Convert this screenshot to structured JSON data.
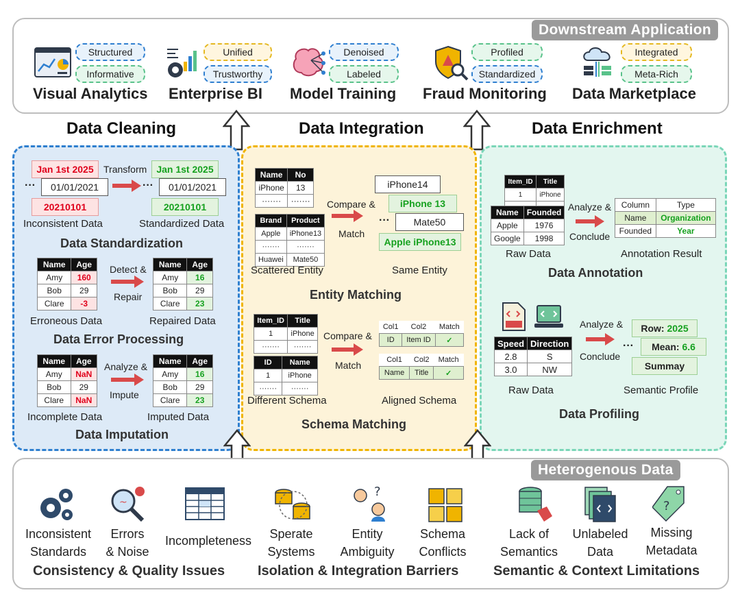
{
  "downstream": {
    "tag": "Downstream Application",
    "apps": [
      {
        "name": "Visual Analytics",
        "p1": "Structured",
        "p2": "Informative",
        "icon": "dashboard-icon"
      },
      {
        "name": "Enterprise BI",
        "p1": "Unified",
        "p2": "Trustworthy",
        "icon": "gear-chart-icon"
      },
      {
        "name": "Model Training",
        "p1": "Denoised",
        "p2": "Labeled",
        "icon": "brain-network-icon"
      },
      {
        "name": "Fraud Monitoring",
        "p1": "Profiled",
        "p2": "Standardized",
        "icon": "shield-search-icon"
      },
      {
        "name": "Data Marketplace",
        "p1": "Integrated",
        "p2": "Meta-Rich",
        "icon": "cloud-data-icon"
      }
    ]
  },
  "sections": {
    "cleaning": "Data Cleaning",
    "integration": "Data Integration",
    "enrichment": "Data Enrichment"
  },
  "cleaning": {
    "std": {
      "red1": "Jan 1st 2025",
      "transform": "Transform",
      "green1": "Jan 1st 2025",
      "mid_left": "01/01/2021",
      "mid_right": "01/01/2021",
      "red2": "20210101",
      "green2": "20210101",
      "cap_left": "Inconsistent Data",
      "cap_right": "Standardized Data",
      "title": "Data Standardization",
      "dots": "···"
    },
    "err": {
      "head": [
        "Name",
        "Age"
      ],
      "left": [
        [
          "Amy",
          "160"
        ],
        [
          "Bob",
          "29"
        ],
        [
          "Clare",
          "-3"
        ]
      ],
      "right": [
        [
          "Amy",
          "16"
        ],
        [
          "Bob",
          "29"
        ],
        [
          "Clare",
          "23"
        ]
      ],
      "op1": "Detect &",
      "op2": "Repair",
      "cap_left": "Erroneous Data",
      "cap_right": "Repaired Data",
      "title": "Data Error Processing"
    },
    "imp": {
      "head": [
        "Name",
        "Age"
      ],
      "left": [
        [
          "Amy",
          "NaN"
        ],
        [
          "Bob",
          "29"
        ],
        [
          "Clare",
          "NaN"
        ]
      ],
      "right": [
        [
          "Amy",
          "16"
        ],
        [
          "Bob",
          "29"
        ],
        [
          "Clare",
          "23"
        ]
      ],
      "op1": "Analyze &",
      "op2": "Impute",
      "cap_left": "Incomplete Data",
      "cap_right": "Imputed Data",
      "title": "Data Imputation"
    }
  },
  "integration": {
    "em": {
      "t1_head": [
        "Name",
        "No"
      ],
      "t1_rows": [
        [
          "iPhone",
          "13"
        ],
        [
          "·······",
          "·······"
        ]
      ],
      "t2_head": [
        "Brand",
        "Product"
      ],
      "t2_rows": [
        [
          "Apple",
          "iPhone13"
        ],
        [
          "·······",
          "·······"
        ],
        [
          "Huawei",
          "Mate50"
        ]
      ],
      "op1": "Compare &",
      "op2": "Match",
      "out1": "iPhone14",
      "out2": "iPhone 13",
      "out3": "Mate50",
      "out4": "Apple iPhone13",
      "dots": "···",
      "cap_left": "Scattered Entity",
      "cap_right": "Same Entity",
      "title": "Entity Matching"
    },
    "sm": {
      "t1_head": [
        "Item_ID",
        "Title"
      ],
      "t1_rows": [
        [
          "1",
          "iPhone"
        ],
        [
          "·······",
          "·······"
        ]
      ],
      "t2_head": [
        "ID",
        "Name"
      ],
      "t2_rows": [
        [
          "1",
          "iPhone"
        ],
        [
          "·······",
          "·······"
        ]
      ],
      "op1": "Compare &",
      "op2": "Match",
      "r_head": [
        "Col1",
        "Col2",
        "Match"
      ],
      "r1": [
        "ID",
        "Item ID",
        "✓"
      ],
      "r2": [
        "Name",
        "Title",
        "✓"
      ],
      "cap_left": "Different Schema",
      "cap_right": "Aligned Schema",
      "title": "Schema Matching"
    }
  },
  "enrichment": {
    "ann": {
      "t1_head": [
        "Item_ID",
        "Title"
      ],
      "t1_rows": [
        [
          "1",
          "iPhone"
        ],
        [
          "·······",
          "·······"
        ]
      ],
      "t2_head": [
        "Name",
        "Founded"
      ],
      "t2_rows": [
        [
          "Apple",
          "1976"
        ],
        [
          "Google",
          "1998"
        ]
      ],
      "op1": "Analyze &",
      "op2": "Conclude",
      "r_head": [
        "Column",
        "Type"
      ],
      "r_rows": [
        [
          "Name",
          "Organization"
        ],
        [
          "Founded",
          "Year"
        ]
      ],
      "cap_left": "Raw Data",
      "cap_right": "Annotation Result",
      "title": "Data Annotation"
    },
    "prof": {
      "t_head": [
        "Speed",
        "Direction"
      ],
      "t_rows": [
        [
          "2.8",
          "S"
        ],
        [
          "3.0",
          "NW"
        ]
      ],
      "op1": "Analyze &",
      "op2": "Conclude",
      "row_label": "Row:",
      "row_val": "2025",
      "mean_label": "Mean:",
      "mean_val": "6.6",
      "summary": "Summay",
      "dots": "···",
      "cap_left": "Raw Data",
      "cap_right": "Semantic Profile",
      "title": "Data Profiling"
    }
  },
  "hetero": {
    "tag": "Heterogenous Data",
    "items": [
      {
        "l1": "Inconsistent",
        "l2": "Standards",
        "icon": "gears-icon"
      },
      {
        "l1": "Errors",
        "l2": "& Noise",
        "icon": "magnifier-error-icon"
      },
      {
        "l1": "Incompleteness",
        "l2": "",
        "icon": "table-icon"
      },
      {
        "l1": "Sperate",
        "l2": "Systems",
        "icon": "databases-icon"
      },
      {
        "l1": "Entity",
        "l2": "Ambiguity",
        "icon": "people-question-icon"
      },
      {
        "l1": "Schema",
        "l2": "Conflicts",
        "icon": "puzzle-icon"
      },
      {
        "l1": "Lack of",
        "l2": "Semantics",
        "icon": "database-tag-icon"
      },
      {
        "l1": "Unlabeled",
        "l2": "Data",
        "icon": "code-files-icon"
      },
      {
        "l1": "Missing",
        "l2": "Metadata",
        "icon": "question-tag-icon"
      }
    ],
    "groups": [
      "Consistency & Quality Issues",
      "Isolation & Integration Barriers",
      "Semantic & Context Limitations"
    ]
  },
  "colors": {
    "clean_border": "#2e7fcf",
    "integ_border": "#f0b400",
    "enrich_border": "#7ad6b8",
    "arrow": "#d94a4a",
    "error": "#e0001b",
    "ok": "#16a11f"
  }
}
